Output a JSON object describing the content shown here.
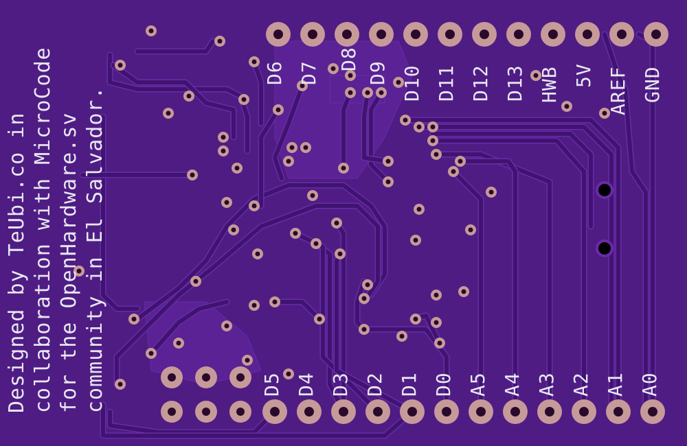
{
  "board": {
    "colors": {
      "substrate": "#4f1c84",
      "copper_pour": "#5a2294",
      "trace": "#3f1470",
      "trace_edge": "#6a2aa8",
      "pad": "#c79a9a",
      "drill": "#2a0a2a",
      "silkscreen": "#e8e8f0"
    },
    "credit_lines": [
      "Designed by TeUbi.co in",
      "collaboration with MicroCode",
      "for the OpenHardware.sv",
      "community in El Salvador."
    ],
    "top_pins": [
      "D6",
      "D7",
      "D8",
      "D9",
      "D10",
      "D11",
      "D12",
      "D13",
      "HWB",
      "5V",
      "AREF",
      "GND"
    ],
    "bottom_pins": [
      "D5",
      "D4",
      "D3",
      "D2",
      "D1",
      "D0",
      "A5",
      "A4",
      "A3",
      "A2",
      "A1",
      "A0"
    ]
  }
}
